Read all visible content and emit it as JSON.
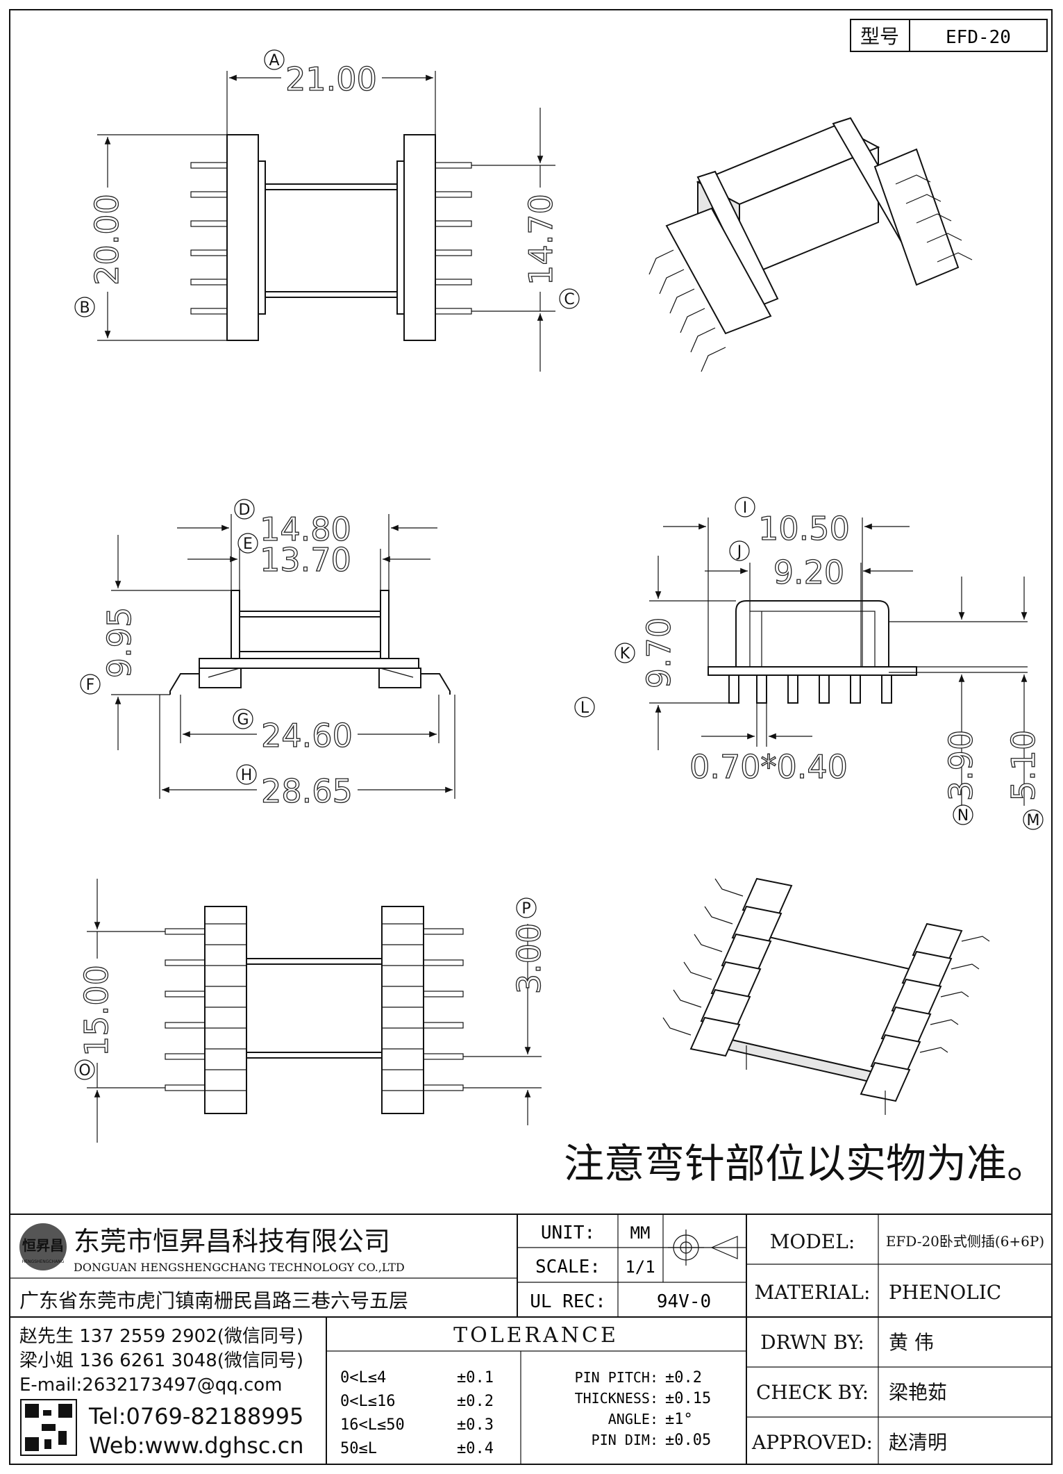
{
  "model_box": {
    "label": "型号",
    "value": "EFD-20"
  },
  "top_view": {
    "dim_a": "21.00",
    "dim_b": "20.00",
    "dim_c": "14.70",
    "label_a": "A",
    "label_b": "B",
    "label_c": "C"
  },
  "front_view": {
    "dim_d": "14.80",
    "dim_e": "13.70",
    "dim_f": "9.95",
    "dim_g": "24.60",
    "dim_h": "28.65",
    "label_d": "D",
    "label_e": "E",
    "label_f": "F",
    "label_g": "G",
    "label_h": "H"
  },
  "side_view": {
    "dim_i": "10.50",
    "dim_j": "9.20",
    "dim_k": "9.70",
    "dim_pin": "0.70*0.40",
    "dim_n": "3.90",
    "dim_m": "5.10",
    "label_i": "I",
    "label_j": "J",
    "label_k": "K",
    "label_l": "L",
    "label_n": "N",
    "label_m": "M"
  },
  "bottom_view": {
    "dim_o": "15.00",
    "dim_p": "3.00",
    "label_o": "O",
    "label_p": "P"
  },
  "note": "注意弯针部位以实物为准。",
  "title_block": {
    "company_cn": "东莞市恒昇昌科技有限公司",
    "company_en": "DONGUAN HENGSHENGCHANG TECHNOLOGY CO.,LTD",
    "logo_text": "恒昇昌",
    "logo_sub": "HENGSHENGCHANG",
    "address": "广东省东莞市虎门镇南栅民昌路三巷六号五层",
    "contact1": "赵先生 137 2559 2902(微信同号)",
    "contact2": "梁小姐 136 6261 3048(微信同号)",
    "email": "E-mail:2632173497@qq.com",
    "tel": "Tel:0769-82188995",
    "web": "Web:www.dghsc.cn",
    "unit_label": "UNIT:",
    "unit_value": "MM",
    "scale_label": "SCALE:",
    "scale_value": "1/1",
    "ulrec_label": "UL REC:",
    "ulrec_value": "94V-0",
    "tolerance_title": "TOLERANCE",
    "tolerances": [
      {
        "range": "0<L≤4",
        "value": "±0.1"
      },
      {
        "range": "0<L≤16",
        "value": "±0.2"
      },
      {
        "range": "16<L≤50",
        "value": "±0.3"
      },
      {
        "range": "50≤L",
        "value": "±0.4"
      }
    ],
    "extra_tol": [
      {
        "label": "PIN PITCH:",
        "value": "±0.2"
      },
      {
        "label": "THICKNESS:",
        "value": "±0.15"
      },
      {
        "label": "ANGLE:",
        "value": "±1°"
      },
      {
        "label": "PIN DIM:",
        "value": "±0.05"
      }
    ],
    "model_label": "MODEL:",
    "model_value": "EFD-20卧式侧插(6+6P)",
    "material_label": "MATERIAL:",
    "material_value": "PHENOLIC",
    "drawn_label": "DRWN BY:",
    "drawn_value": "黄 伟",
    "check_label": "CHECK BY:",
    "check_value": "梁艳茹",
    "approved_label": "APPROVED:",
    "approved_value": "赵清明"
  }
}
